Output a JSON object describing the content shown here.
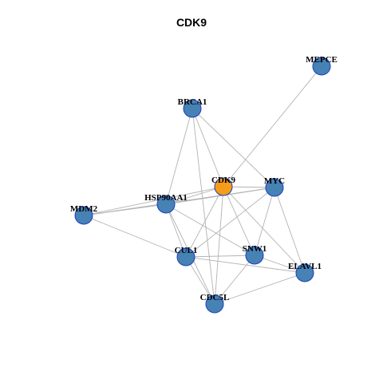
{
  "title": "CDK9",
  "colors": {
    "focus_node": "#f59c1a",
    "node": "#4682b4",
    "node_border": "#1c3fbf",
    "edge": "#b3b3b3"
  },
  "nodes": [
    {
      "id": "CDK9",
      "focus": true
    },
    {
      "id": "MEPCE",
      "focus": false
    },
    {
      "id": "BRCA1",
      "focus": false
    },
    {
      "id": "MYC",
      "focus": false
    },
    {
      "id": "HSP90AA1",
      "focus": false
    },
    {
      "id": "MDM2",
      "focus": false
    },
    {
      "id": "CUL1",
      "focus": false
    },
    {
      "id": "SNW1",
      "focus": false
    },
    {
      "id": "ELAVL1",
      "focus": false
    },
    {
      "id": "CDC5L",
      "focus": false
    }
  ],
  "edges": [
    [
      "CDK9",
      "MEPCE"
    ],
    [
      "CDK9",
      "BRCA1"
    ],
    [
      "CDK9",
      "MYC"
    ],
    [
      "CDK9",
      "HSP90AA1"
    ],
    [
      "CDK9",
      "MDM2"
    ],
    [
      "CDK9",
      "CUL1"
    ],
    [
      "CDK9",
      "SNW1"
    ],
    [
      "CDK9",
      "ELAVL1"
    ],
    [
      "CDK9",
      "CDC5L"
    ],
    [
      "BRCA1",
      "HSP90AA1"
    ],
    [
      "BRCA1",
      "MYC"
    ],
    [
      "MYC",
      "HSP90AA1"
    ],
    [
      "MYC",
      "MDM2"
    ],
    [
      "MYC",
      "CUL1"
    ],
    [
      "MYC",
      "SNW1"
    ],
    [
      "MYC",
      "ELAVL1"
    ],
    [
      "HSP90AA1",
      "MDM2"
    ],
    [
      "HSP90AA1",
      "CUL1"
    ],
    [
      "HSP90AA1",
      "SNW1"
    ],
    [
      "HSP90AA1",
      "CDC5L"
    ],
    [
      "MDM2",
      "CUL1"
    ],
    [
      "CUL1",
      "SNW1"
    ],
    [
      "CUL1",
      "ELAVL1"
    ],
    [
      "CUL1",
      "CDC5L"
    ],
    [
      "SNW1",
      "ELAVL1"
    ],
    [
      "SNW1",
      "CDC5L"
    ],
    [
      "ELAVL1",
      "CDC5L"
    ],
    [
      "BRCA1",
      "CDC5L"
    ]
  ]
}
